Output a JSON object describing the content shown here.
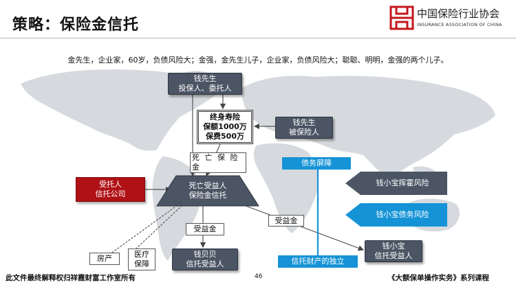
{
  "header": {
    "title": "策略：保险金信托"
  },
  "logo": {
    "cn": "中国保险行业协会",
    "en": "INSURANCE ASSOCIATION OF CHINA"
  },
  "description": "金先生，企业家，60岁，负债风险大；金强，金先生儿子，企业家，负债风险大；聪聪、明明，金强的两个儿子。",
  "nodes": {
    "policyholder": {
      "line1": "钱先生",
      "line2": "投保人、委托人"
    },
    "policy": {
      "line1": "终身寿险",
      "line2": "保额1000万",
      "line3": "保费500万"
    },
    "insured": {
      "line1": "钱先生",
      "line2": "被保险人"
    },
    "death_benefit": "死 亡 保 险 金",
    "trustee": {
      "line1": "受托人",
      "line2": "信托公司"
    },
    "trust": {
      "line1": "死亡受益人",
      "line2": "保险金信托"
    },
    "benefit_center": "受益金",
    "benefit_right": "受益金",
    "property": "房产",
    "medical": {
      "line1": "医疗",
      "line2": "保障"
    },
    "beneficiary_1": {
      "line1": "钱贝贝",
      "line2": "信托受益人"
    },
    "beneficiary_2": {
      "line1": "钱小宝",
      "line2": "信托受益人"
    },
    "debt_shield": "债务屏障",
    "independence": "信托财产的独立",
    "risk_1": "钱小宝挥霍风险",
    "risk_2": "钱小宝债务风险"
  },
  "footer": {
    "left": "此文件最终解释权归祥霞财富工作室所有",
    "page": "46",
    "right": "《大额保单操作实务》系列课程"
  },
  "colors": {
    "dark_node": "#4b5564",
    "red_node": "#b01116",
    "blue": "#1593d6",
    "map": "#d3d6da"
  }
}
